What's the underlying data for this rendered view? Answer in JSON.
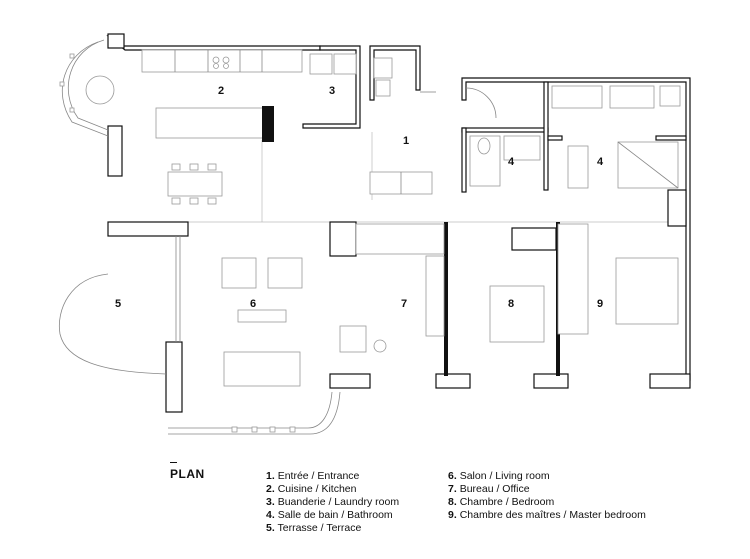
{
  "title": "PLAN",
  "rooms": [
    {
      "num": "1",
      "label": "1"
    },
    {
      "num": "2",
      "label": "2"
    },
    {
      "num": "3",
      "label": "3"
    },
    {
      "num": "4",
      "label": "4"
    },
    {
      "num": "4",
      "label": "4"
    },
    {
      "num": "5",
      "label": "5"
    },
    {
      "num": "6",
      "label": "6"
    },
    {
      "num": "7",
      "label": "7"
    },
    {
      "num": "8",
      "label": "8"
    },
    {
      "num": "9",
      "label": "9"
    }
  ],
  "legend": {
    "col1": [
      {
        "num": "1.",
        "text": "Entrée / Entrance"
      },
      {
        "num": "2.",
        "text": "Cuisine / Kitchen"
      },
      {
        "num": "3.",
        "text": "Buanderie / Laundry room"
      },
      {
        "num": "4.",
        "text": "Salle de bain / Bathroom"
      },
      {
        "num": "5.",
        "text": "Terrasse / Terrace"
      }
    ],
    "col2": [
      {
        "num": "6.",
        "text": "Salon / Living room"
      },
      {
        "num": "7.",
        "text": "Bureau / Office"
      },
      {
        "num": "8.",
        "text": "Chambre / Bedroom"
      },
      {
        "num": "9.",
        "text": "Chambre des maîtres / Master bedroom"
      }
    ]
  }
}
